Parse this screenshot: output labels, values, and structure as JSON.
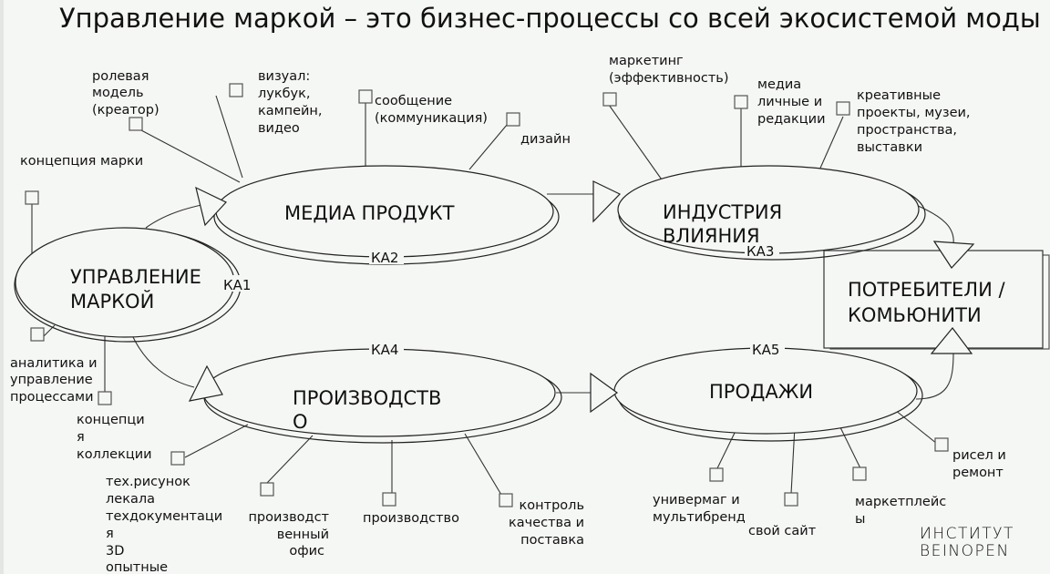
{
  "title": "Управление маркой – это бизнес-процессы со всей экосистемой моды",
  "nodes": {
    "brand_management": {
      "lines": [
        "УПРАВЛЕНИЕ",
        "МАРКОЙ"
      ],
      "ka": "КА1"
    },
    "media_product": {
      "lines": [
        "МЕДИА ПРОДУКТ"
      ],
      "ka": "КА2"
    },
    "influence_industry": {
      "lines": [
        "ИНДУСТРИЯ",
        "ВЛИЯНИЯ"
      ],
      "ka": "КА3"
    },
    "production": {
      "lines": [
        "ПРОИЗВОДСТВ",
        "О"
      ],
      "ka": "КА4"
    },
    "sales": {
      "lines": [
        "ПРОДАЖИ"
      ],
      "ka": "КА5"
    },
    "consumers": {
      "lines": [
        "ПОТРЕБИТЕЛИ /",
        "КОМЬЮНИТИ"
      ]
    }
  },
  "brand_management_items": {
    "brand_concept": {
      "lines": [
        "концепция марки"
      ]
    },
    "analytics": {
      "lines": [
        "аналитика и",
        "управление",
        "процессами"
      ]
    }
  },
  "media_items": {
    "role_model": {
      "lines": [
        "ролевая",
        "модель",
        "(креатор)"
      ]
    },
    "visual": {
      "lines": [
        "визуал:",
        "лукбук,",
        "кампейн,",
        "видео"
      ]
    },
    "message": {
      "lines": [
        "сообщение",
        "(коммуникация)"
      ]
    },
    "design": {
      "lines": [
        "дизайн"
      ]
    }
  },
  "influence_items": {
    "marketing": {
      "lines": [
        "маркетинг",
        "(эффективность)"
      ]
    },
    "media": {
      "lines": [
        "медиа",
        "личные и",
        "редакции"
      ]
    },
    "creative": {
      "lines": [
        "креативные",
        "проекты, музеи,",
        "пространства,",
        "выставки"
      ]
    }
  },
  "production_items": {
    "collection_concept": {
      "lines": [
        "концепци",
        "я",
        "коллекции"
      ]
    },
    "tech_drawing": {
      "lines": [
        "тех.рисунок",
        "лекала",
        "техдокументаци",
        "я",
        "3D",
        "опытные"
      ]
    },
    "production_office": {
      "lines": [
        "производст",
        "венный",
        "офис"
      ]
    },
    "manufacturing": {
      "lines": [
        "производство"
      ]
    },
    "quality_control": {
      "lines": [
        "контроль",
        "качества и",
        "поставка"
      ]
    }
  },
  "sales_items": {
    "department_store": {
      "lines": [
        "универмаг и",
        "мультибренд"
      ]
    },
    "own_site": {
      "lines": [
        "свой сайт"
      ]
    },
    "marketplaces": {
      "lines": [
        "маркетплейс",
        "ы"
      ]
    },
    "resale": {
      "lines": [
        "рисел и",
        "ремонт"
      ]
    }
  },
  "logo": {
    "lines": [
      "ИНСТИТУТ",
      "BEINOPEN"
    ]
  }
}
